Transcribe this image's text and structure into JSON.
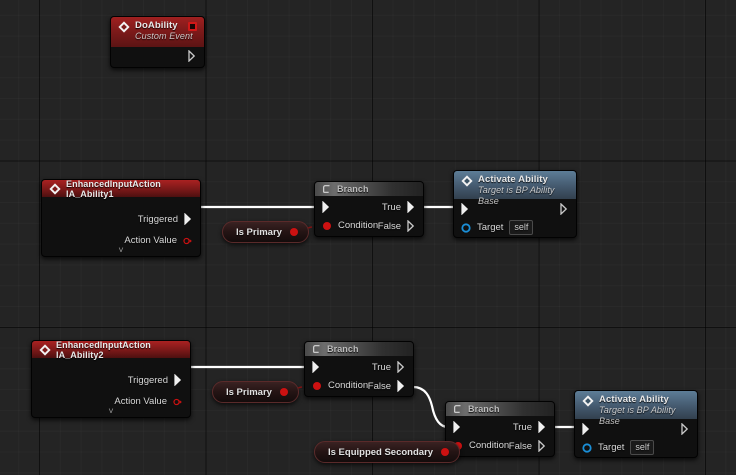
{
  "app": {
    "name": "blueprint-graph-editor",
    "background_color": "#242424"
  },
  "colors": {
    "event_header": "#8e1d1d",
    "input_header": "#8a1a1a",
    "branch_header": "#5a5a5a",
    "function_header": "#4a5f74",
    "exec_wire": "#ffffff",
    "bool_wire": "#8e1515",
    "bool_pin": "#cc1111",
    "object_pin": "#1a8fd8",
    "struct_pin": "#d00000"
  },
  "nodes": [
    {
      "id": "do-ability",
      "type": "custom-event",
      "title": "DoAbility",
      "subtitle": "Custom Event",
      "icon": "event-diamond-icon",
      "outputs": [
        {
          "label": "",
          "kind": "exec",
          "connected": false
        }
      ]
    },
    {
      "id": "input-ability1",
      "type": "input-action",
      "title": "EnhancedInputAction IA_Ability1",
      "icon": "event-diamond-icon",
      "outputs": [
        {
          "label": "Triggered",
          "kind": "exec",
          "connected": true
        },
        {
          "label": "Action Value",
          "kind": "struct",
          "connected": false
        }
      ],
      "expander": "chevron-down-icon"
    },
    {
      "id": "branch-1",
      "type": "branch",
      "title": "Branch",
      "icon": "branch-icon",
      "inputs": [
        {
          "label": "",
          "kind": "exec",
          "connected": true
        },
        {
          "label": "Condition",
          "kind": "bool",
          "connected": true
        }
      ],
      "outputs": [
        {
          "label": "True",
          "kind": "exec",
          "connected": true
        },
        {
          "label": "False",
          "kind": "exec",
          "connected": false
        }
      ]
    },
    {
      "id": "activate-ability-1",
      "type": "function",
      "title": "Activate Ability",
      "subtitle": "Target is BP Ability Base",
      "icon": "function-diamond-icon",
      "inputs": [
        {
          "label": "",
          "kind": "exec",
          "connected": true
        },
        {
          "label": "Target",
          "kind": "object",
          "value": "self",
          "connected": false
        }
      ],
      "outputs": [
        {
          "label": "",
          "kind": "exec",
          "connected": false
        }
      ]
    },
    {
      "id": "input-ability2",
      "type": "input-action",
      "title": "EnhancedInputAction IA_Ability2",
      "icon": "event-diamond-icon",
      "outputs": [
        {
          "label": "Triggered",
          "kind": "exec",
          "connected": true
        },
        {
          "label": "Action Value",
          "kind": "struct",
          "connected": false
        }
      ],
      "expander": "chevron-down-icon"
    },
    {
      "id": "branch-2",
      "type": "branch",
      "title": "Branch",
      "icon": "branch-icon",
      "inputs": [
        {
          "label": "",
          "kind": "exec",
          "connected": true
        },
        {
          "label": "Condition",
          "kind": "bool",
          "connected": true
        }
      ],
      "outputs": [
        {
          "label": "True",
          "kind": "exec",
          "connected": false
        },
        {
          "label": "False",
          "kind": "exec",
          "connected": true
        }
      ]
    },
    {
      "id": "branch-3",
      "type": "branch",
      "title": "Branch",
      "icon": "branch-icon",
      "inputs": [
        {
          "label": "",
          "kind": "exec",
          "connected": true
        },
        {
          "label": "Condition",
          "kind": "bool",
          "connected": true
        }
      ],
      "outputs": [
        {
          "label": "True",
          "kind": "exec",
          "connected": true
        },
        {
          "label": "False",
          "kind": "exec",
          "connected": false
        }
      ]
    },
    {
      "id": "activate-ability-2",
      "type": "function",
      "title": "Activate Ability",
      "subtitle": "Target is BP Ability Base",
      "icon": "function-diamond-icon",
      "inputs": [
        {
          "label": "",
          "kind": "exec",
          "connected": true
        },
        {
          "label": "Target",
          "kind": "object",
          "value": "self",
          "connected": false
        }
      ],
      "outputs": [
        {
          "label": "",
          "kind": "exec",
          "connected": false
        }
      ]
    }
  ],
  "variables": [
    {
      "id": "is-primary-1",
      "label": "Is Primary",
      "kind": "bool"
    },
    {
      "id": "is-primary-2",
      "label": "Is Primary",
      "kind": "bool"
    },
    {
      "id": "is-equipped-secondary",
      "label": "Is Equipped Secondary",
      "kind": "bool"
    }
  ],
  "labels": {
    "triggered": "Triggered",
    "action_value": "Action Value",
    "condition": "Condition",
    "true": "True",
    "false": "False",
    "target": "Target",
    "self_value": "self",
    "branch": "Branch",
    "chevron": "˅"
  }
}
